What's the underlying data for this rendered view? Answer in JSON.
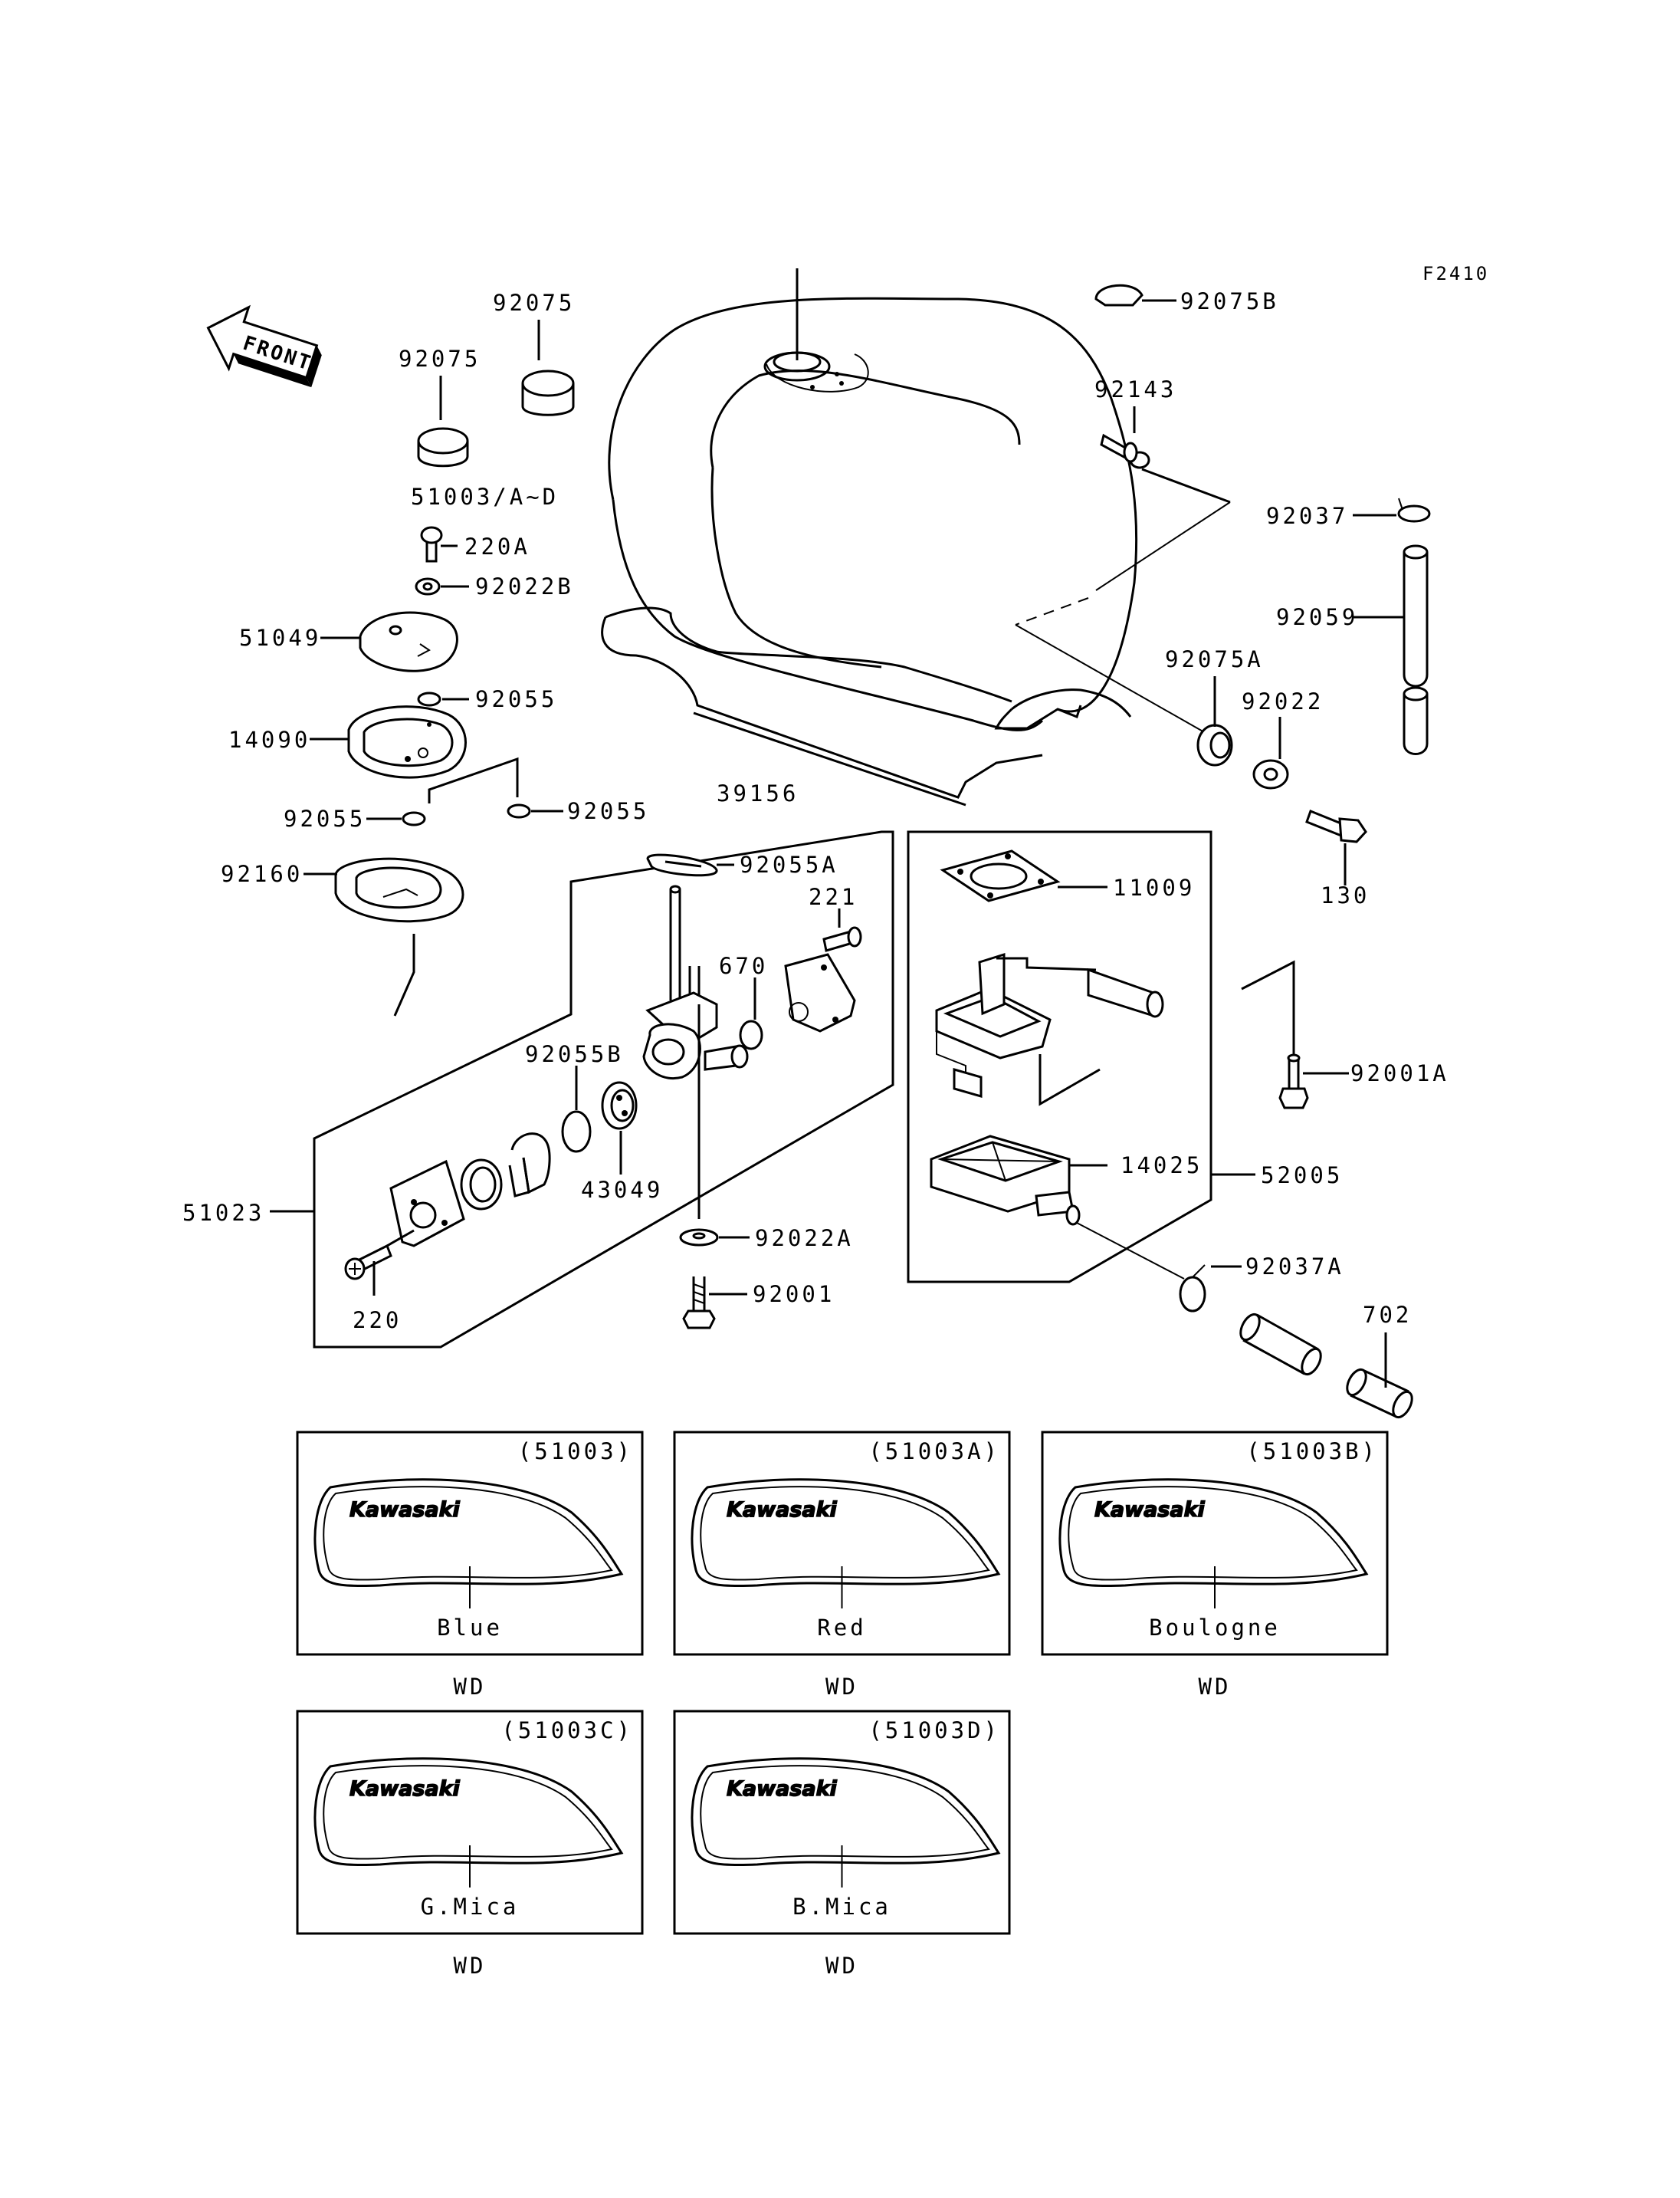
{
  "figure_code": "F2410",
  "front_label": "FRONT",
  "callouts": {
    "c92075_a": "92075",
    "c92075_b": "92075",
    "c92075B": "92075B",
    "c92143": "92143",
    "c51003": "51003/A~D",
    "c92037": "92037",
    "c220A": "220A",
    "c92022B": "92022B",
    "c92059": "92059",
    "c51049": "51049",
    "c92075A": "92075A",
    "c92055_a": "92055",
    "c92022": "92022",
    "c14090": "14090",
    "c39156": "39156",
    "c92055_b": "92055",
    "c92055_c": "92055",
    "c130": "130",
    "c92160": "92160",
    "c92055A": "92055A",
    "c221": "221",
    "c11009": "11009",
    "c670": "670",
    "c92001A": "92001A",
    "c92055B": "92055B",
    "c14025": "14025",
    "c52005": "52005",
    "c43049": "43049",
    "c51023": "51023",
    "c92022A": "92022A",
    "c92037A": "92037A",
    "c92001": "92001",
    "c702": "702",
    "c220": "220"
  },
  "color_variants": [
    {
      "code": "(51003)",
      "color": "Blue",
      "market": "WD",
      "logo": "Kawasaki"
    },
    {
      "code": "(51003A)",
      "color": "Red",
      "market": "WD",
      "logo": "Kawasaki"
    },
    {
      "code": "(51003B)",
      "color": "Boulogne",
      "market": "WD",
      "logo": "Kawasaki"
    },
    {
      "code": "(51003C)",
      "color": "G.Mica",
      "market": "WD",
      "logo": "Kawasaki"
    },
    {
      "code": "(51003D)",
      "color": "B.Mica",
      "market": "WD",
      "logo": "Kawasaki"
    }
  ]
}
